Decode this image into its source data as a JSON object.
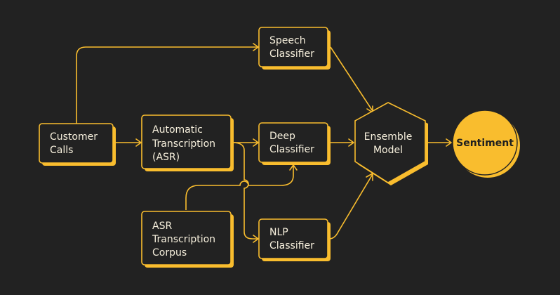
{
  "colors": {
    "background": "#222222",
    "accent": "#f9bd2e",
    "text": "#f7f0dd"
  },
  "nodes": {
    "customer_calls": [
      "Customer",
      "Calls"
    ],
    "asr": [
      "Automatic",
      "Transcription",
      "(ASR)"
    ],
    "corpus": [
      "ASR",
      "Transcription",
      "Corpus"
    ],
    "speech": [
      "Speech",
      "Classifier"
    ],
    "deep": [
      "Deep",
      "Classifier"
    ],
    "nlp": [
      "NLP",
      "Classifier"
    ],
    "ensemble": [
      "Ensemble",
      "Model"
    ],
    "sentiment": [
      "Sentiment"
    ]
  }
}
